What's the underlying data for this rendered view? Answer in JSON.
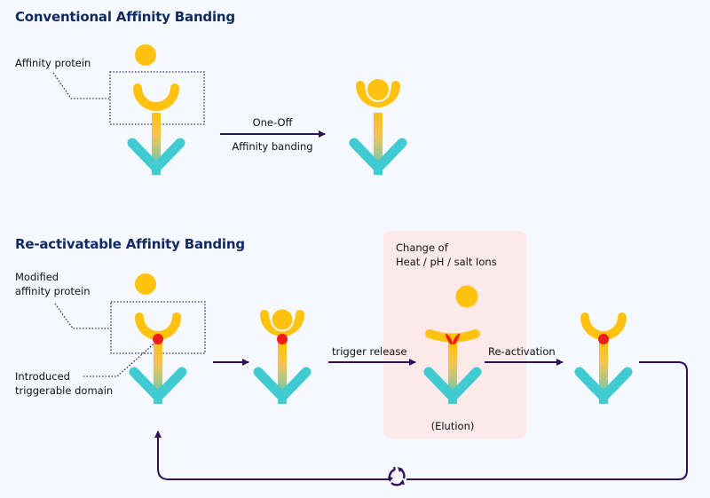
{
  "sections": {
    "conventional": {
      "title": "Conventional Affinity Banding",
      "callout_label": "Affinity protein",
      "arrow_label_top": "One-Off",
      "arrow_label_bottom": "Affinity banding"
    },
    "reactivatable": {
      "title": "Re-activatable Affinity Banding",
      "callout_modified_line1": "Modified",
      "callout_modified_line2": "affinity protein",
      "callout_domain_line1": "Introduced",
      "callout_domain_line2": "triggerable domain",
      "arrow_trigger_label": "trigger release",
      "arrow_reactivation_label": "Re-activation",
      "condition_line1": "Change of",
      "condition_line2": "Heat / pH / salt Ions",
      "elution_label": "(Elution)"
    }
  },
  "icons": {
    "cycle": "recycle-icon"
  },
  "colors": {
    "title": "#102a63",
    "protein_yellow": "#ffc20e",
    "protein_cyan": "#40cbd3",
    "trigger_red": "#ee1c1c",
    "arrow_purple": "#2d0f5c",
    "panel_pink": "#fce9ea"
  }
}
